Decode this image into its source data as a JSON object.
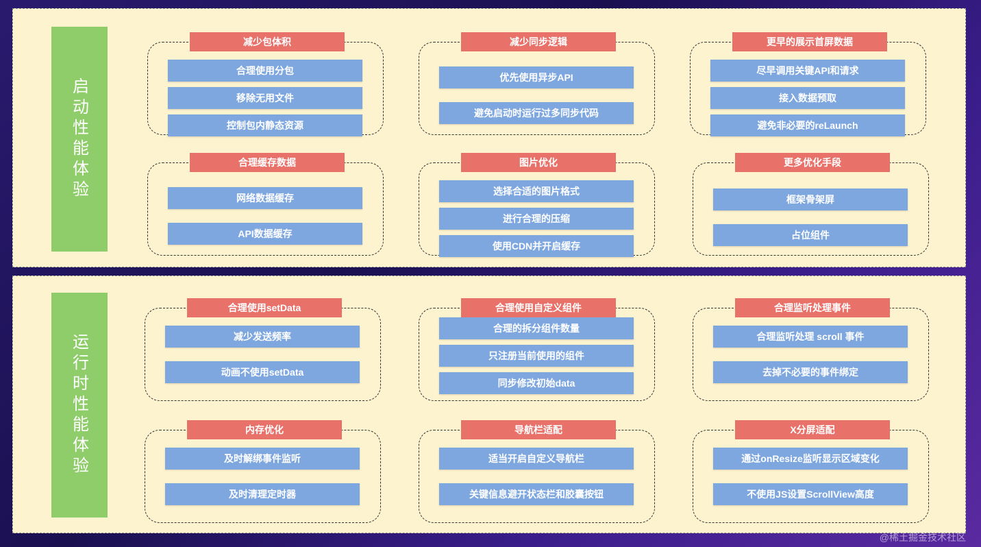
{
  "sections": [
    {
      "label": "启动性能体验",
      "groups": [
        {
          "title": "减少包体积",
          "items": [
            "合理使用分包",
            "移除无用文件",
            "控制包内静态资源"
          ]
        },
        {
          "title": "减少同步逻辑",
          "items": [
            "优先使用异步API",
            "避免启动时运行过多同步代码"
          ]
        },
        {
          "title": "更早的展示首屏数据",
          "items": [
            "尽早调用关键API和请求",
            "接入数据预取",
            "避免非必要的reLaunch"
          ]
        },
        {
          "title": "合理缓存数据",
          "items": [
            "网络数据缓存",
            "API数据缓存"
          ]
        },
        {
          "title": "图片优化",
          "items": [
            "选择合适的图片格式",
            "进行合理的压缩",
            "使用CDN并开启缓存"
          ]
        },
        {
          "title": "更多优化手段",
          "items": [
            "框架骨架屏",
            "占位组件"
          ]
        }
      ]
    },
    {
      "label": "运行时性能体验",
      "groups": [
        {
          "title": "合理使用setData",
          "items": [
            "减少发送频率",
            "动画不使用setData"
          ]
        },
        {
          "title": "合理使用自定义组件",
          "items": [
            "合理的拆分组件数量",
            "只注册当前使用的组件",
            "同步修改初始data"
          ]
        },
        {
          "title": "合理监听处理事件",
          "items": [
            "合理监听处理 scroll 事件",
            "去掉不必要的事件绑定"
          ]
        },
        {
          "title": "内存优化",
          "items": [
            "及时解绑事件监听",
            "及时清理定时器"
          ]
        },
        {
          "title": "导航栏适配",
          "items": [
            "适当开启自定义导航栏",
            "关键信息避开状态栏和胶囊按钮"
          ]
        },
        {
          "title": "X分屏适配",
          "items": [
            "通过onResize监听显示区域变化",
            "不使用JS设置ScrollView高度"
          ]
        }
      ]
    }
  ],
  "watermark": "@稀土掘金技术社区",
  "colors": {
    "panel_bg": "#fdf3cf",
    "side_label_bg": "#8fcc6a",
    "header_bg": "#e8716a",
    "item_bg": "#7ea7e0"
  }
}
